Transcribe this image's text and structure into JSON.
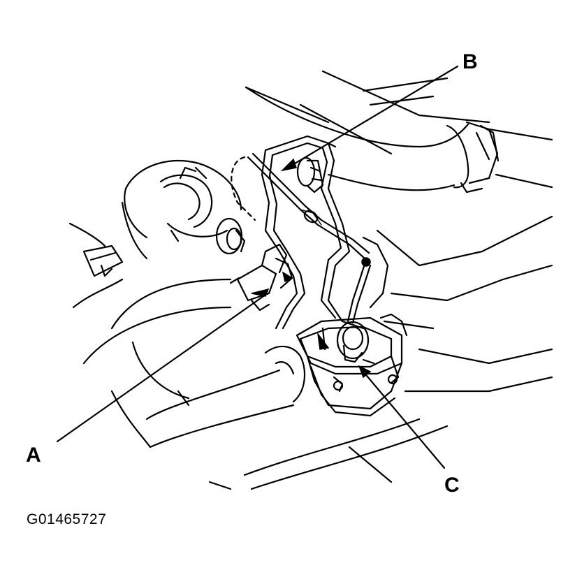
{
  "callouts": {
    "a": "A",
    "b": "B",
    "c": "C"
  },
  "figure_id": "G01465727"
}
